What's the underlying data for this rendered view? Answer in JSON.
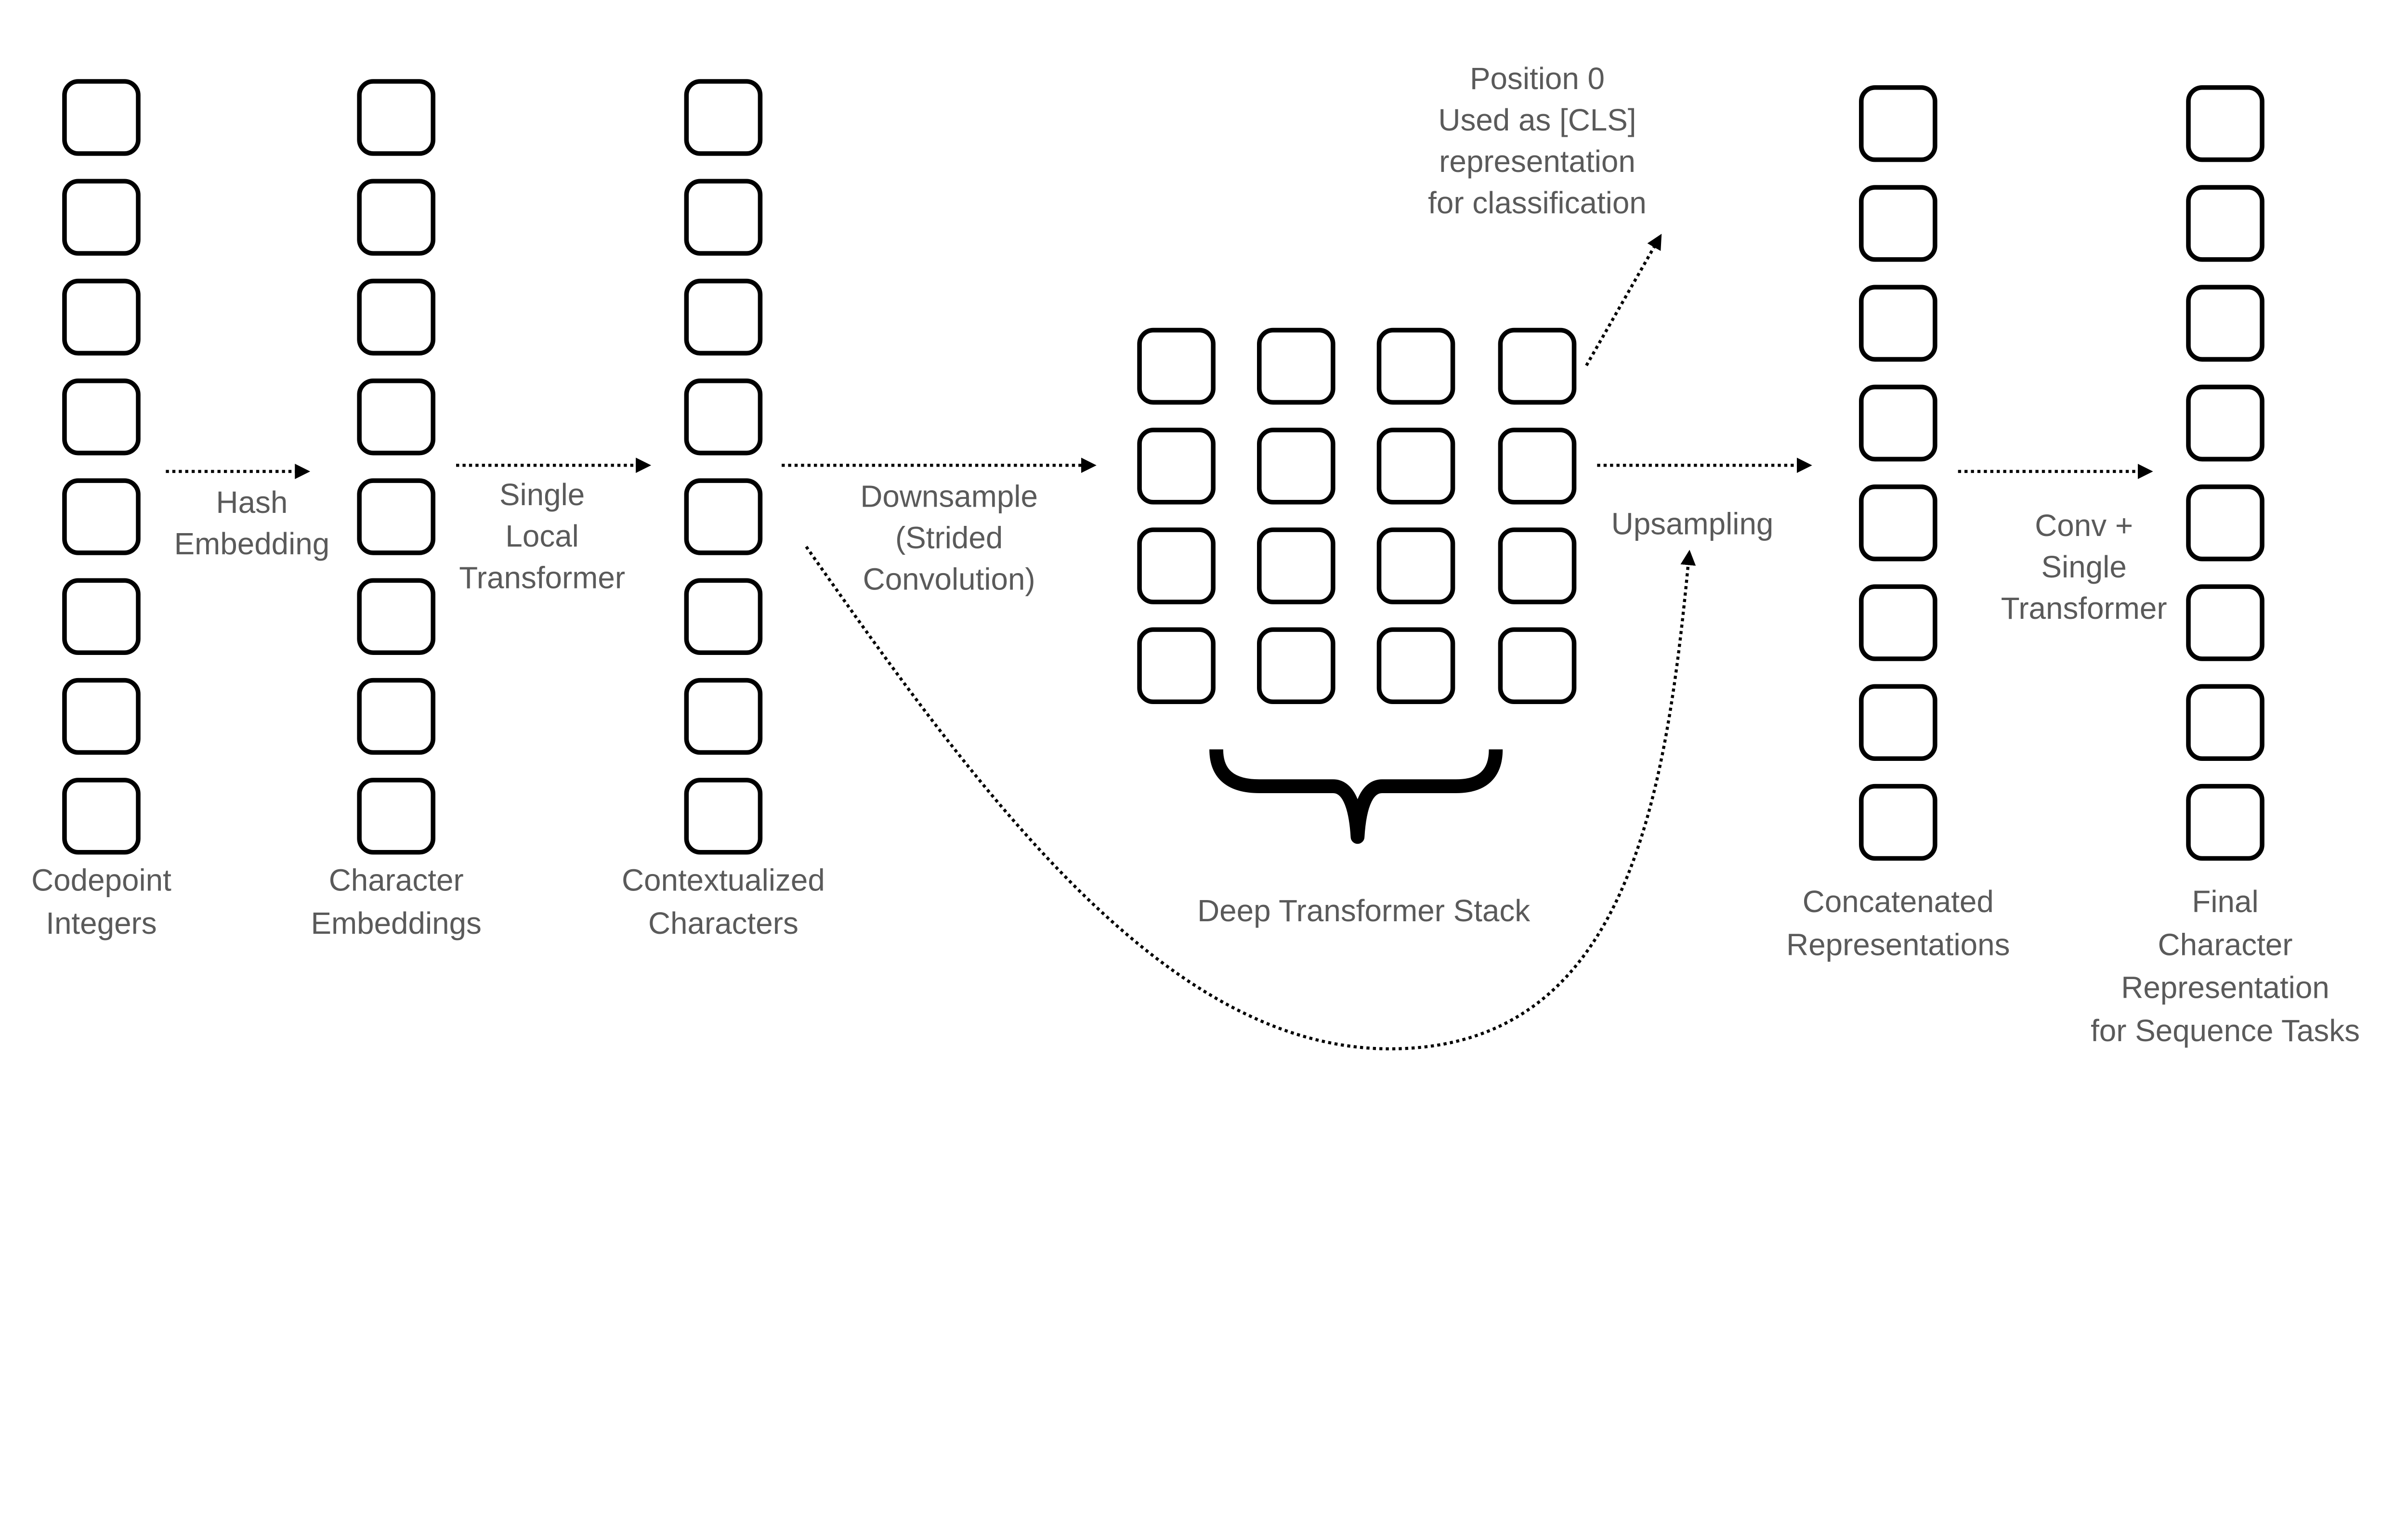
{
  "columns": [
    {
      "label": [
        "Codepoint",
        "Integers"
      ],
      "cells": 8
    },
    {
      "label": [
        "Character",
        "Embeddings"
      ],
      "cells": 8
    },
    {
      "label": [
        "Contextualized",
        "Characters"
      ],
      "cells": 8
    },
    {
      "label": [
        "Concatenated",
        "Representations"
      ],
      "cells": 8
    },
    {
      "label": [
        "Final",
        "Character",
        "Representation",
        "for Sequence Tasks"
      ],
      "cells": 8
    }
  ],
  "grid": {
    "rows": 4,
    "cols": 4,
    "label": "Deep Transformer Stack"
  },
  "edges": [
    {
      "label": [
        "Hash",
        "Embedding"
      ]
    },
    {
      "label": [
        "Single",
        "Local",
        "Transformer"
      ]
    },
    {
      "label": [
        "Downsample",
        "(Strided",
        "Convolution)"
      ]
    },
    {
      "label": [
        "Upsampling"
      ]
    },
    {
      "label": [
        "Conv +",
        "Single",
        "Transformer"
      ]
    }
  ],
  "cls_note": [
    "Position 0",
    "Used as [CLS]",
    "representation",
    "for classification"
  ],
  "colors": {
    "stroke": "#000000",
    "text": "#5a5a5a"
  }
}
